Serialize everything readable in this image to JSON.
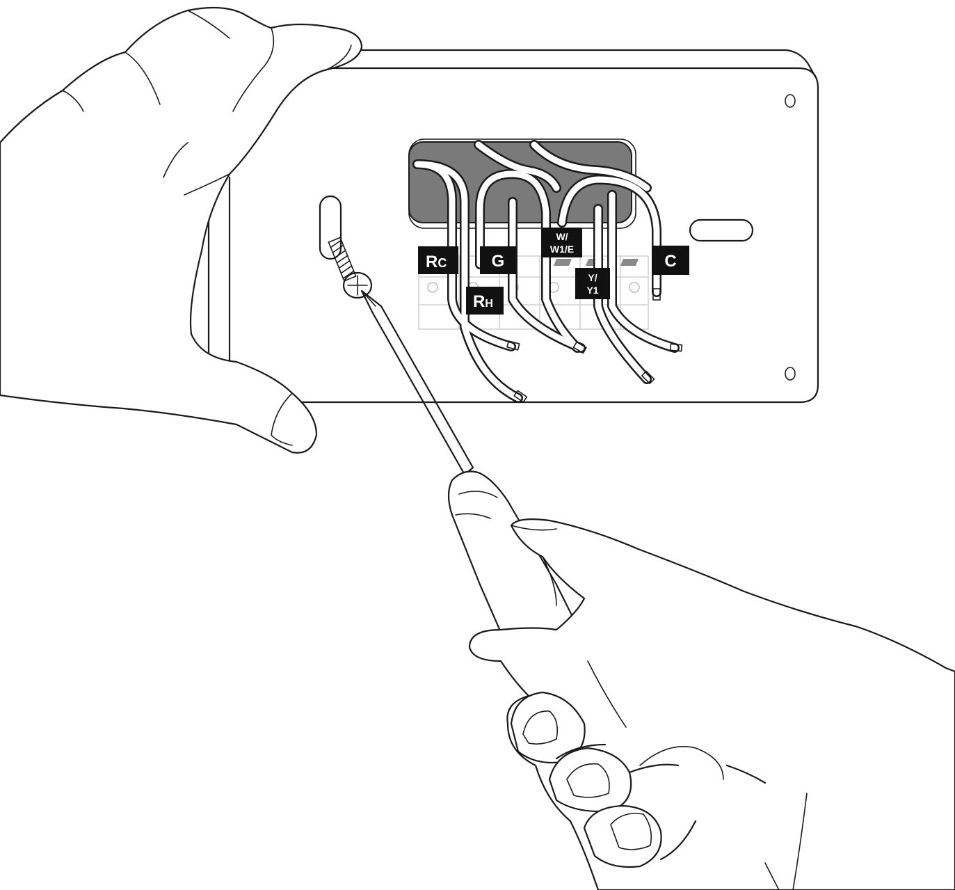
{
  "diagram": {
    "labels": {
      "rc": {
        "main": "R",
        "sub": "C"
      },
      "rh": {
        "main": "R",
        "sub": "H"
      },
      "g": "G",
      "w": {
        "line1": "W/",
        "line2": "W1/E"
      },
      "y": {
        "line1": "Y/",
        "line2": "Y1"
      },
      "c": "C"
    },
    "colors": {
      "line": "#1a1a1a",
      "cavity": "#7a7a7a",
      "terminal_outline": "#cfcfcf",
      "tag_background": "#111111",
      "tag_text": "#ffffff"
    }
  }
}
